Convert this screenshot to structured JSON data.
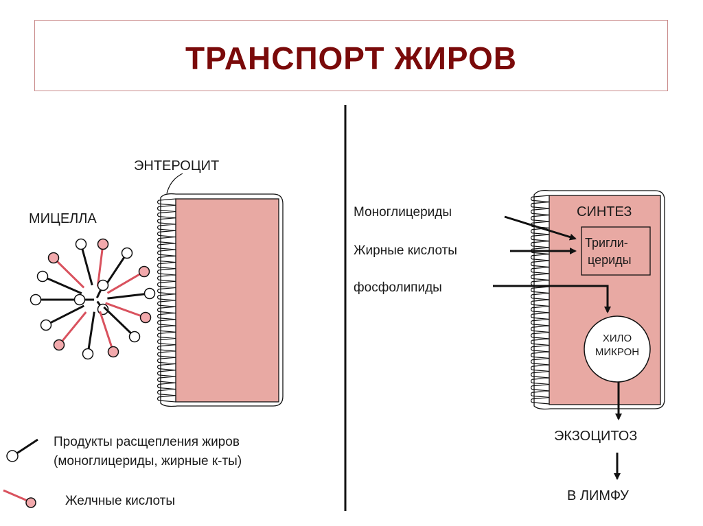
{
  "title": "ТРАНСПОРТ ЖИРОВ",
  "left_panel": {
    "enterocyte_label": "ЭНТЕРОЦИТ",
    "micelle_label": "МИЦЕЛЛА",
    "legend": {
      "products_line1": "Продукты расщепления жиров",
      "products_line2": "(моноглицериды, жирные к-ты)",
      "bile_acids": "Желчные кислоты"
    }
  },
  "right_panel": {
    "inputs": [
      "Моноглицериды",
      "Жирные кислоты",
      "фосфолипиды"
    ],
    "synthesis_label": "СИНТЕЗ",
    "triglycerides_line1": "Тригли-",
    "triglycerides_line2": "цериды",
    "chylomicron_line1": "ХИЛО",
    "chylomicron_line2": "МИКРОН",
    "exocytosis_label": "ЭКЗОЦИТОЗ",
    "lymph_label": "В ЛИМФУ"
  },
  "colors": {
    "title": "#7a0a0a",
    "cell_fill": "#e8a9a3",
    "bile_acid": "#d9525e",
    "bile_acid_head": "#f2a9ac"
  }
}
